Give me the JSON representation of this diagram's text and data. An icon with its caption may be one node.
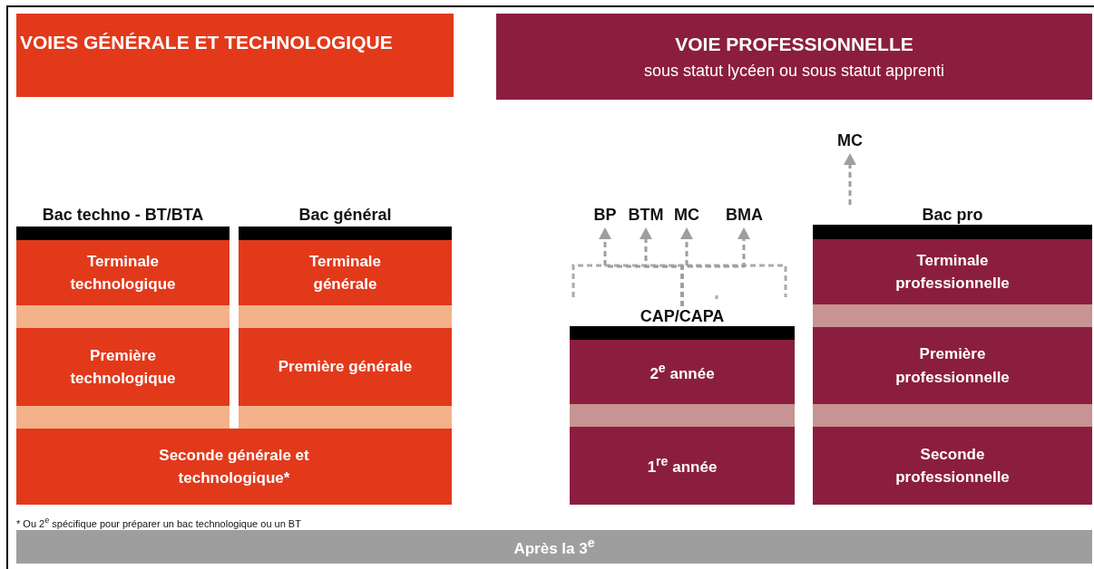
{
  "diagram": {
    "nodes": [
      {
        "text": [
          "VOIES GÉNÉRALE ET TECHNOLOGIQUE"
        ]
      },
      {
        "text": [
          "VOIE PROFESSIONNELLE",
          "sous statut lycéen ou sous statut apprenti"
        ]
      },
      {
        "text": [
          "Terminale technologique"
        ]
      },
      {
        "text": [
          "Terminale générale"
        ]
      },
      {
        "text": [
          "Première technologique"
        ]
      },
      {
        "text": [
          "Première générale"
        ]
      },
      {
        "text": [
          "Seconde générale et technologique*"
        ]
      },
      {
        "text": [
          "2$^{e}$ année"
        ]
      },
      {
        "text": [
          "1$^{re}$ année"
        ]
      },
      {
        "text": [
          "Terminale professionnelle"
        ]
      },
      {
        "text": [
          "Première professionnelle"
        ]
      },
      {
        "text": [
          "Seconde professionnelle"
        ]
      },
      {
        "text": [
          "BP"
        ]
      },
      {
        "text": [
          "BTM"
        ]
      },
      {
        "text": [
          "MC"
        ]
      },
      {
        "text": [
          "BMA"
        ]
      },
      {
        "text": [
          "MC"
        ]
      },
      {
        "text": [
          "CAP/CAPA"
        ]
      },
      {
        "text": [
          "Bac pro"
        ]
      },
      {
        "text": [
          "Après la 3$^{e}$"
        ]
      }
    ],
    "edges": [
      {
        "from": 17,
        "to": 12,
        "arrow": "to",
        "style": "dashed"
      },
      {
        "from": 17,
        "to": 13,
        "arrow": "to",
        "style": "dashed"
      },
      {
        "from": 17,
        "to": 14,
        "arrow": "to",
        "style": "dashed"
      },
      {
        "from": 17,
        "to": 15,
        "arrow": "to",
        "style": "dashed"
      },
      {
        "from": 18,
        "to": 16,
        "arrow": "to",
        "style": "dashed"
      }
    ],
    "labels": [
      "Bac techno - BT/BTA",
      "Bac général",
      "* Ou 2$^{e}$ spécifique pour préparer un bac technologique ou un BT"
    ]
  }
}
